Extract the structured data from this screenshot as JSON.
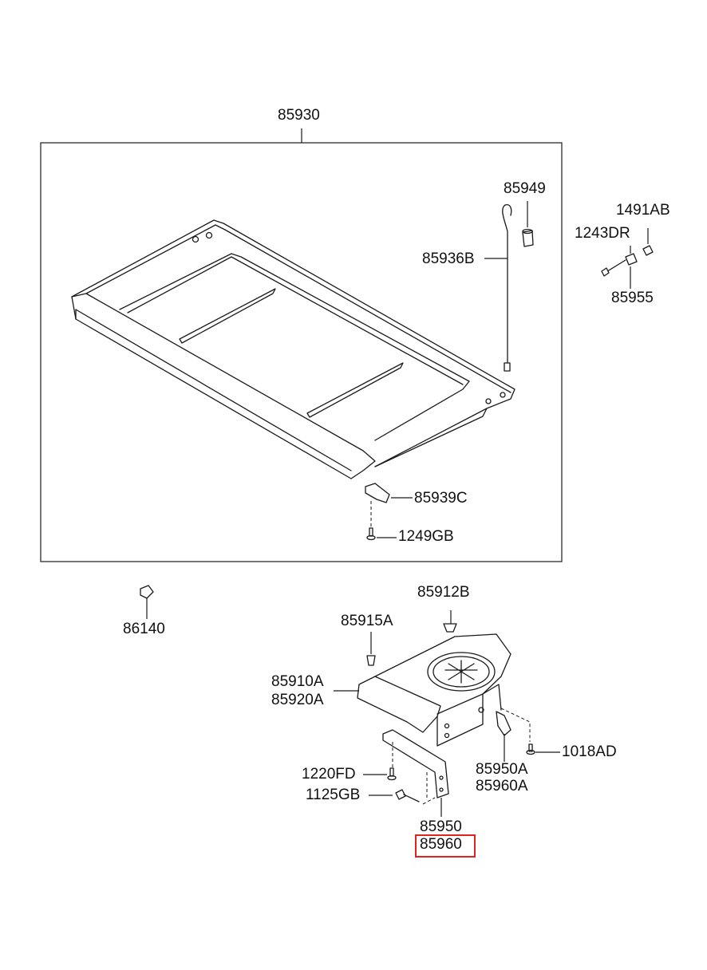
{
  "diagram": {
    "labels": {
      "p85930": "85930",
      "p85949": "85949",
      "p85936B": "85936B",
      "p1491AB": "1491AB",
      "p1243DR": "1243DR",
      "p85955": "85955",
      "p85939C": "85939C",
      "p1249GB": "1249GB",
      "p86140": "86140",
      "p85912B": "85912B",
      "p85915A": "85915A",
      "p85910A": "85910A",
      "p85920A": "85920A",
      "p1018AD": "1018AD",
      "p85950A": "85950A",
      "p85960A": "85960A",
      "p1220FD": "1220FD",
      "p1125GB": "1125GB",
      "p85950": "85950",
      "p85960": "85960"
    },
    "highlight": {
      "part": "85960",
      "color": "#e0231f"
    }
  }
}
